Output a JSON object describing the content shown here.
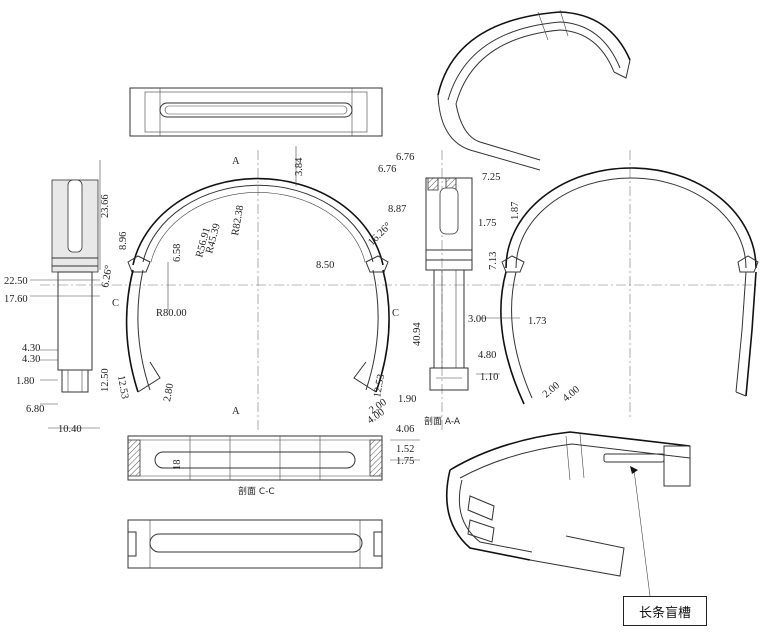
{
  "dimensions": {
    "d_3_84": "3.84",
    "d_23_66": "23.66",
    "d_8_96": "8.96",
    "d_6_26_left": "6.26°",
    "d_22_50": "22.50",
    "d_17_60": "17.60",
    "d_4_30_a": "4.30",
    "d_4_30_b": "4.30",
    "d_1_80": "1.80",
    "d_12_50": "12.50",
    "d_6_80": "6.80",
    "d_10_40": "10.40",
    "d_r82_38": "R82.38",
    "d_r45_39": "R45.39",
    "d_r56_91": "R56.91",
    "d_6_58": "6.58",
    "d_r80_00": "R80.00",
    "d_12_53_left": "12.53",
    "d_2_80": "2.80",
    "d_8_50": "8.50",
    "d_16_26": "16.26°",
    "d_12_53_right": "12.53",
    "d_2_00_mid": "2.00",
    "d_4_00_mid": "4.00",
    "d_4_06": "4.06",
    "d_6_76_a": "6.76",
    "d_6_76_b": "6.76",
    "d_7_25": "7.25",
    "d_8_87": "8.87",
    "d_1_75_a": "1.75",
    "d_1_87": "1.87",
    "d_7_13": "7.13",
    "d_40_94": "40.94",
    "d_3_00": "3.00",
    "d_1_73": "1.73",
    "d_4_80": "4.80",
    "d_1_10": "1.10",
    "d_1_90": "1.90",
    "d_1_52": "1.52",
    "d_1_75_b": "1.75",
    "d_18": "18",
    "d_2_00_right": "2.00",
    "d_4_00_right": "4.00"
  },
  "labels": {
    "section_a_top": "A",
    "section_a_bottom": "A",
    "section_c_left": "C",
    "section_c_right": "C",
    "section_aa": "剖面 A-A",
    "section_cc": "剖面 C-C"
  },
  "callout": {
    "text": "长条盲槽"
  }
}
